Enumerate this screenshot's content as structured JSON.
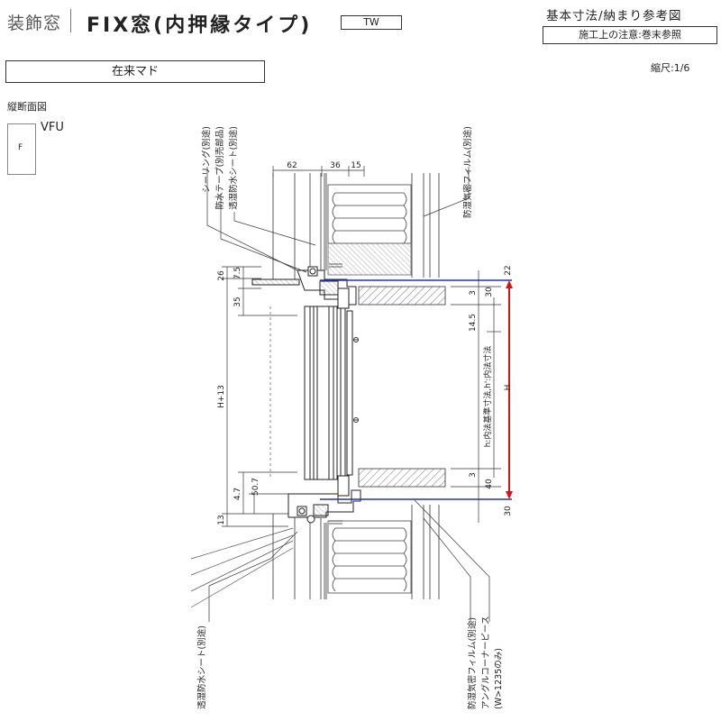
{
  "header": {
    "category": "装飾窓",
    "title": "FIX窓(内押縁タイプ)",
    "badge": "TW",
    "sheet_title": "基本寸法/納まり参考図",
    "note": "施工上の注意:巻末参照",
    "scale": "縮尺:1/6"
  },
  "variant_title": "在来マド",
  "view_label": "縦断面図",
  "sash": {
    "f_label": "F",
    "name": "VFU"
  },
  "dimensions": {
    "top": [
      "62",
      "36",
      "15"
    ],
    "left_top_a": "26",
    "left_top_b": "7.5",
    "left_mid": "35",
    "left_h": "H+13",
    "left_bot_a": "4.7",
    "left_bot_b": "50.7",
    "left_bot_c": "13",
    "right_22": "22",
    "right_3_top": "3",
    "right_30_top": "30",
    "right_145": "14.5",
    "right_3_bot": "3",
    "right_40": "40",
    "right_30_bot": "30",
    "h": "H",
    "inner_label": "h:内法基準寸法,h':内法寸法"
  },
  "callouts": {
    "sealing": "シーリング(別途)",
    "tape": "防水テープ(別売部品)",
    "sheet_top": "透湿防水シート(別途)",
    "film_top": "防湿気密フィルム(別途)",
    "sheet_bottom": "透湿防水シート(別途)",
    "film_bottom": "防湿気密フィルム(別途)",
    "angle": "アングルコーナーピース",
    "angle_note": "(W>1235のみ)"
  },
  "colors": {
    "opening_line": "#2233bb",
    "h_arrow": "#dd1111"
  }
}
